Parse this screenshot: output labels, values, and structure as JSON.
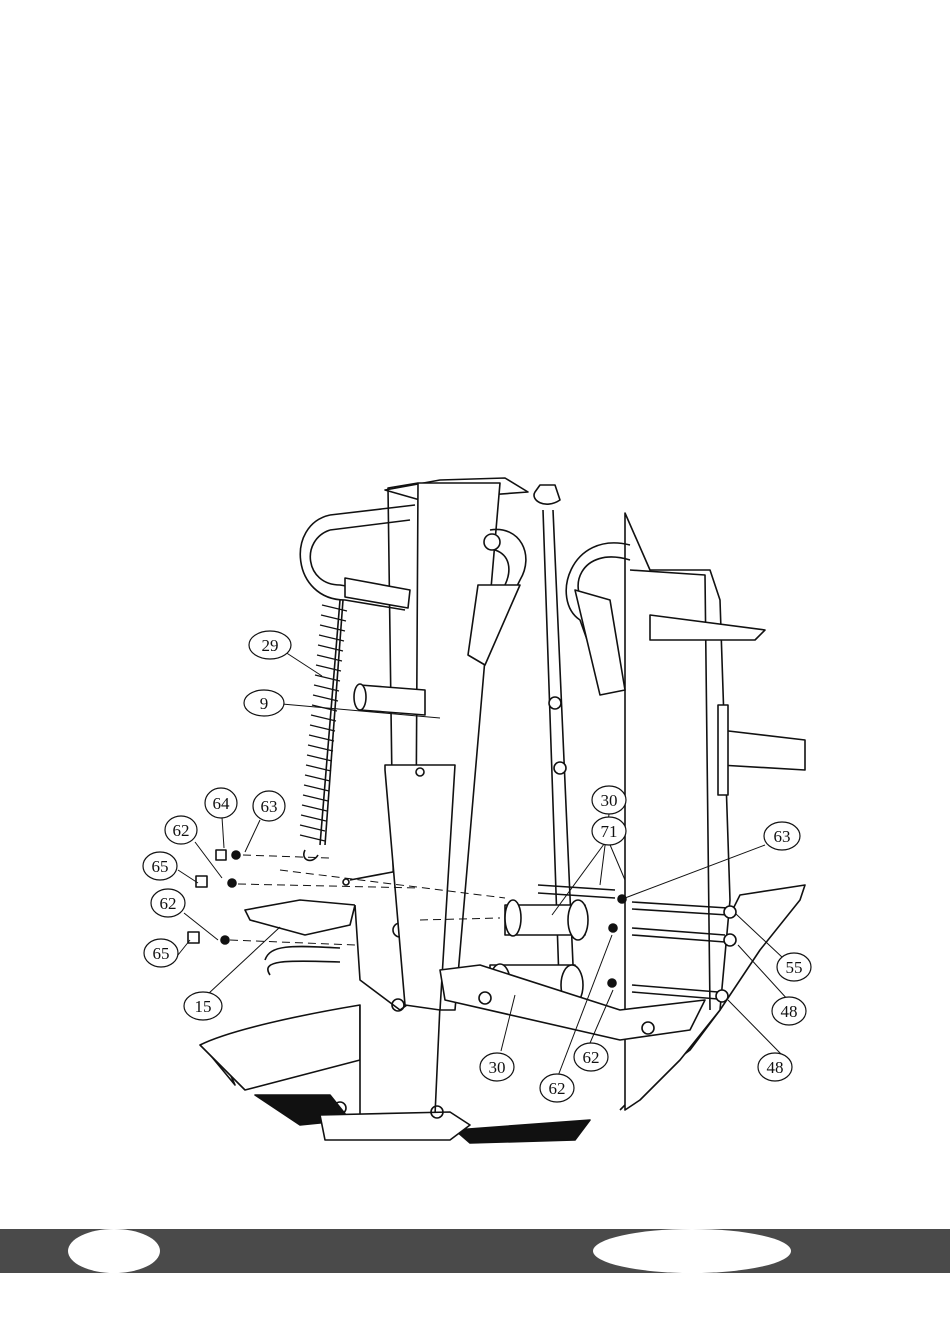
{
  "diagram": {
    "callouts": [
      {
        "id": "c29",
        "text": "29"
      },
      {
        "id": "c9",
        "text": "9"
      },
      {
        "id": "c64",
        "text": "64"
      },
      {
        "id": "c63a",
        "text": "63"
      },
      {
        "id": "c62a",
        "text": "62"
      },
      {
        "id": "c65a",
        "text": "65"
      },
      {
        "id": "c62b",
        "text": "62"
      },
      {
        "id": "c65b",
        "text": "65"
      },
      {
        "id": "c15",
        "text": "15"
      },
      {
        "id": "c30a",
        "text": "30"
      },
      {
        "id": "c71",
        "text": "71"
      },
      {
        "id": "c63b",
        "text": "63"
      },
      {
        "id": "c55",
        "text": "55"
      },
      {
        "id": "c48a",
        "text": "48"
      },
      {
        "id": "c48b",
        "text": "48"
      },
      {
        "id": "c30b",
        "text": "30"
      },
      {
        "id": "c62c",
        "text": "62"
      },
      {
        "id": "c62d",
        "text": "62"
      }
    ]
  },
  "footer": {
    "left_page_number": "",
    "right_page_number": ""
  }
}
